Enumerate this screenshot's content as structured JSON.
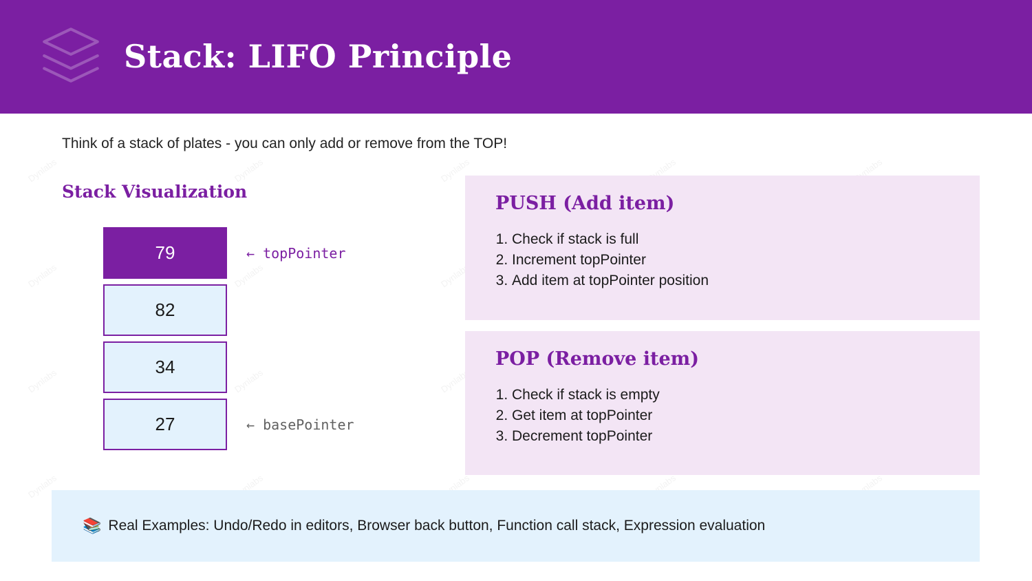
{
  "header": {
    "title": "Stack: LIFO Principle"
  },
  "subtitle": "Think of a stack of plates - you can only add or remove from the TOP!",
  "stack": {
    "heading": "Stack Visualization",
    "items": [
      {
        "value": "79",
        "pointer": "← topPointer"
      },
      {
        "value": "82"
      },
      {
        "value": "34"
      },
      {
        "value": "27",
        "pointer": "← basePointer"
      }
    ]
  },
  "panels": [
    {
      "title": "PUSH (Add item)",
      "steps": [
        "Check if stack is full",
        "Increment topPointer",
        "Add item at topPointer position"
      ]
    },
    {
      "title": "POP (Remove item)",
      "steps": [
        "Check if stack is empty",
        "Get item at topPointer",
        "Decrement topPointer"
      ]
    }
  ],
  "footer": {
    "icon": "📚",
    "text": "Real Examples: Undo/Redo in editors, Browser back button, Function call stack, Expression evaluation"
  },
  "watermark": {
    "text": "Dynlabs"
  },
  "colors": {
    "header_purple": "#7b1fa2",
    "accent_purple": "#7b1fa2",
    "panel_pink": "#f3e5f5",
    "stack_box_blue": "#e3f2fd",
    "footer_blue": "#e3f2fd",
    "base_pointer_gray": "#616161"
  }
}
